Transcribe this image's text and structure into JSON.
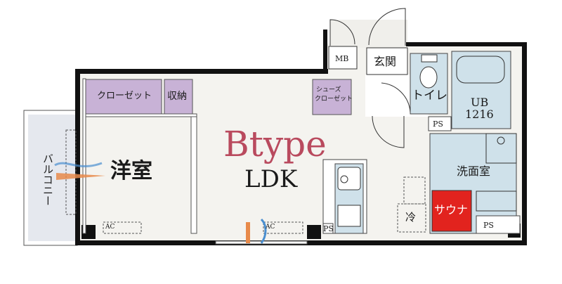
{
  "plan": {
    "type_title": "Btype",
    "rooms": {
      "western_room": "洋室",
      "ldk": "LDK",
      "balcony": "バルコニー",
      "closet": "クローゼット",
      "storage": "収納",
      "shoe_closet_line1": "シューズ",
      "shoe_closet_line2": "クローゼット",
      "meter_box": "MB",
      "entrance": "玄関",
      "toilet": "トイレ",
      "unit_bath_line1": "UB",
      "unit_bath_line2": "1216",
      "washroom": "洗面室",
      "sauna": "サウナ",
      "fridge": "冷",
      "ps_upper": "PS",
      "ps_kitchen": "PS",
      "ps_lower": "PS",
      "ac_western": "AC",
      "ac_ldk": "AC"
    },
    "colors": {
      "title": "#b94a5e",
      "closet": "#c8b2d6",
      "wet_area": "#cfe1ea",
      "sauna": "#e2231e",
      "floor": "#f4f3ef",
      "balcony": "#e5e8ee",
      "wall": "#111111"
    }
  }
}
